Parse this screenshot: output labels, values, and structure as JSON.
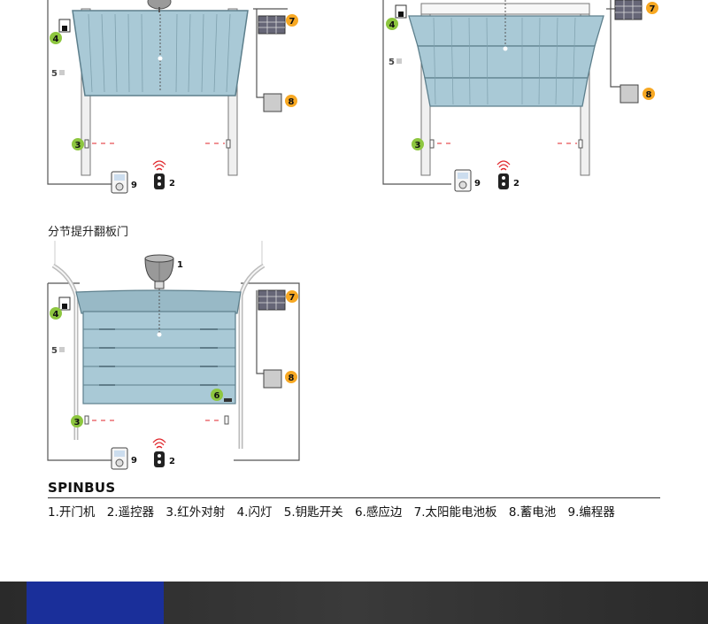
{
  "section_title": "分节提升翻板门",
  "brand": "SPINBUS",
  "legend": [
    "1.开门机",
    "2.遥控器",
    "3.红外对射",
    "4.闪灯",
    "5.钥匙开关",
    "6.感应边",
    "7.太阳能电池板",
    "8.蓄电池",
    "9.编程器"
  ],
  "markers": {
    "m1": "1",
    "m2": "2",
    "m3": "3",
    "m4": "4",
    "m5": "5",
    "m6": "6",
    "m7": "7",
    "m8": "8",
    "m9": "9"
  },
  "colors": {
    "door_fill": "#a9c9d6",
    "door_stroke": "#5d7f8c",
    "marker_green": "#8dc63f",
    "marker_orange": "#f7a823",
    "beam_red": "#e0262b",
    "footer_bg": "#2f2f2f",
    "footer_accent": "#1a2f9a"
  }
}
